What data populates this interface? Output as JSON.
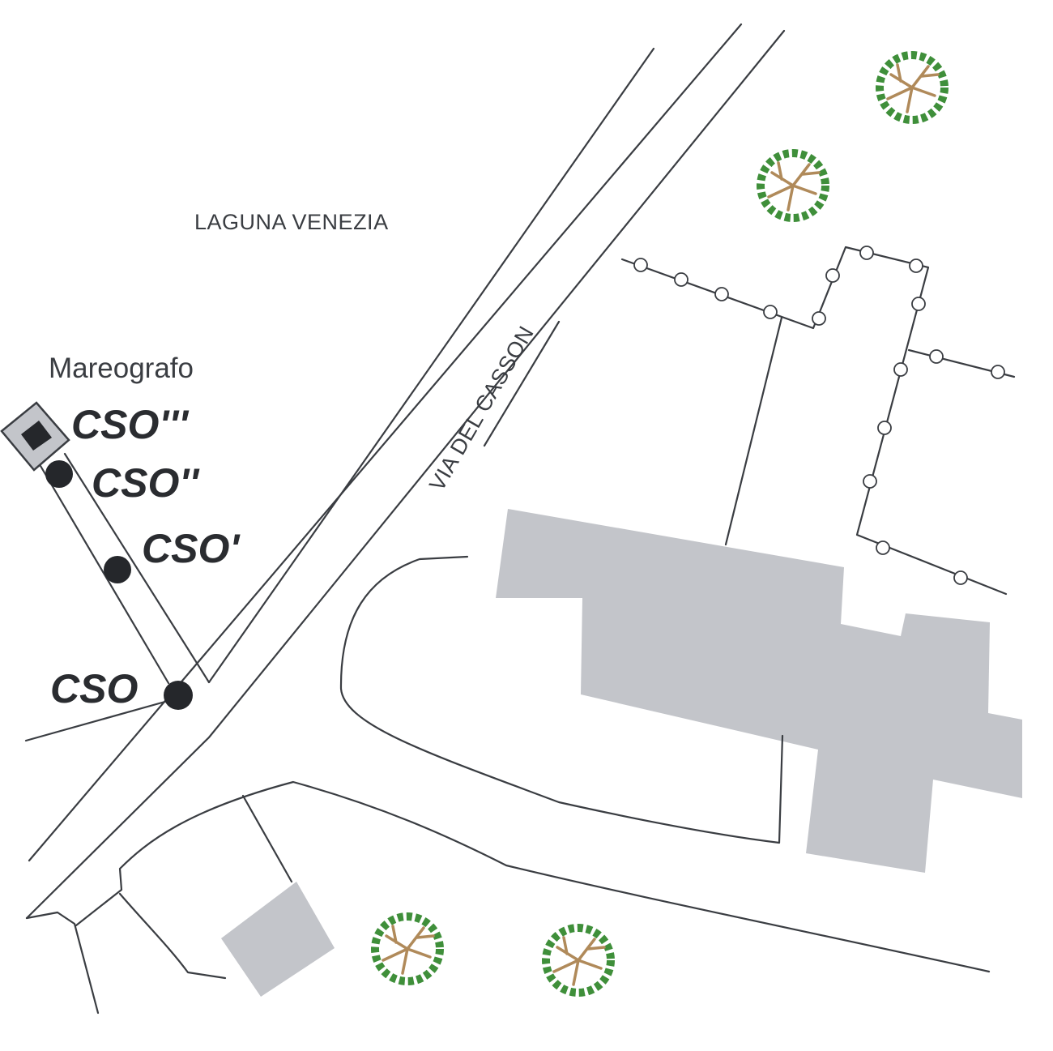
{
  "map": {
    "area_label": "LAGUNA VENEZIA",
    "road_label": "VIA DEL CASSON",
    "station_label": "Mareografo",
    "cso_points": [
      {
        "id": "cso-3",
        "label": "CSO'''"
      },
      {
        "id": "cso-2",
        "label": "CSO''"
      },
      {
        "id": "cso-1",
        "label": "CSO'"
      },
      {
        "id": "cso-0",
        "label": "CSO"
      }
    ],
    "colors": {
      "line": "#3a3d42",
      "building": "#c3c5ca",
      "tree_foliage": "#3f8f3a",
      "tree_branch": "#b08a5a",
      "cso_marker": "#25272b"
    }
  }
}
